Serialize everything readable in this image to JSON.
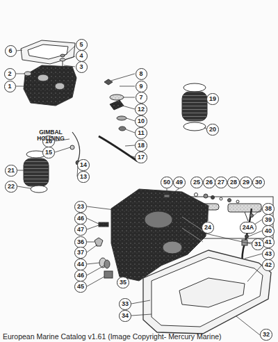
{
  "diagram": {
    "caption": "European Marine Catalog v1.61 (Image Copyright- Mercury Marine)",
    "nodes": [
      {
        "text": [
          "6"
        ]
      },
      {
        "text": [
          "5"
        ]
      },
      {
        "text": [
          "4"
        ]
      },
      {
        "text": [
          "3"
        ]
      },
      {
        "text": [
          "2"
        ]
      },
      {
        "text": [
          "1"
        ]
      },
      {
        "text": [
          "8"
        ]
      },
      {
        "text": [
          "9"
        ]
      },
      {
        "text": [
          "7"
        ]
      },
      {
        "text": [
          "12"
        ]
      },
      {
        "text": [
          "10"
        ]
      },
      {
        "text": [
          "11"
        ]
      },
      {
        "text": [
          "18"
        ]
      },
      {
        "text": [
          "17"
        ]
      },
      {
        "text": [
          "16"
        ]
      },
      {
        "text": [
          "15"
        ]
      },
      {
        "text": [
          "14"
        ]
      },
      {
        "text": [
          "13"
        ]
      },
      {
        "text": [
          "19"
        ]
      },
      {
        "text": [
          "20"
        ]
      },
      {
        "text": [
          "21"
        ]
      },
      {
        "text": [
          "22"
        ]
      },
      {
        "text": [
          "24"
        ]
      },
      {
        "text": [
          "24A"
        ]
      },
      {
        "text": [
          "50"
        ]
      },
      {
        "text": [
          "49"
        ]
      },
      {
        "text": [
          "25"
        ]
      },
      {
        "text": [
          "26"
        ]
      },
      {
        "text": [
          "27"
        ]
      },
      {
        "text": [
          "28"
        ]
      },
      {
        "text": [
          "29"
        ]
      },
      {
        "text": [
          "30"
        ]
      },
      {
        "text": [
          "23"
        ]
      },
      {
        "text": [
          "46"
        ]
      },
      {
        "text": [
          "47"
        ]
      },
      {
        "text": [
          "36"
        ]
      },
      {
        "text": [
          "37"
        ]
      },
      {
        "text": [
          "44"
        ]
      },
      {
        "text": [
          "46"
        ]
      },
      {
        "text": [
          "45"
        ]
      },
      {
        "text": [
          "38"
        ]
      },
      {
        "text": [
          "39"
        ]
      },
      {
        "text": [
          "40"
        ]
      },
      {
        "text": [
          "41"
        ]
      },
      {
        "text": [
          "43"
        ]
      },
      {
        "text": [
          "42"
        ]
      },
      {
        "text": [
          "31"
        ]
      },
      {
        "text": [
          "35"
        ]
      },
      {
        "text": [
          "33"
        ]
      },
      {
        "text": [
          "34"
        ]
      },
      {
        "text": [
          "32"
        ]
      }
    ],
    "labels": [
      "GIMBAL HOUSING"
    ]
  }
}
